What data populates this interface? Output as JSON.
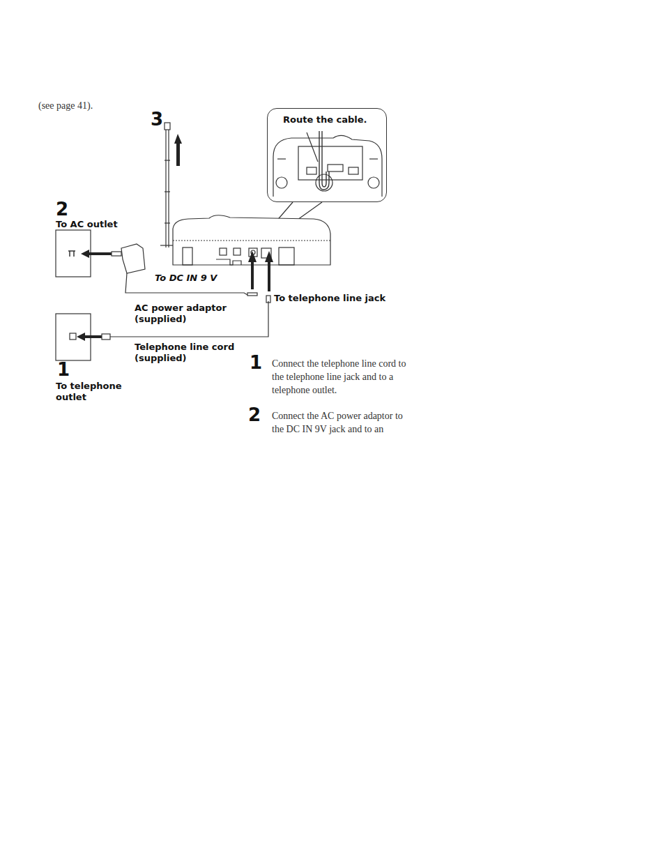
{
  "diagram": {
    "nodes": [
      {
        "text": [
          "Route the cable."
        ]
      }
    ],
    "labels": [
      "(see page 41).",
      "3",
      "2",
      "To AC outlet",
      "To DC IN 9 V",
      "AC power adaptor (supplied)",
      "To telephone line jack",
      "Telephone line cord (supplied)",
      "1",
      "To telephone outlet",
      "1",
      "Connect the telephone line cord to the telephone line jack and to a telephone outlet.",
      "2",
      "Connect the AC power adaptor to the DC IN 9V jack and to an"
    ]
  }
}
